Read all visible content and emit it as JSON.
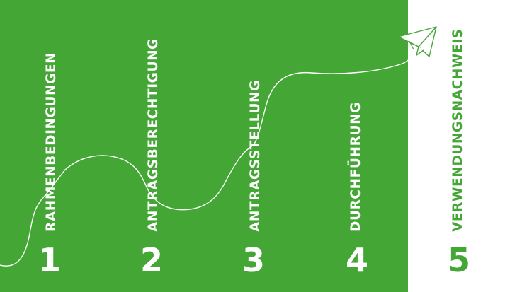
{
  "colors": {
    "green": "#43a635",
    "white": "#ffffff",
    "text_on_green": "#ffffff",
    "text_on_white": "#43a635"
  },
  "steps": [
    {
      "number": "1",
      "label": "RAHMENBEDINGUNGEN"
    },
    {
      "number": "2",
      "label": "ANTRAGSBERECHTIGUNG"
    },
    {
      "number": "3",
      "label": "ANTRAGSSTELLUNG"
    },
    {
      "number": "4",
      "label": "DURCHFÜHRUNG"
    },
    {
      "number": "5",
      "label": "VERWENDUNGSNACHWEIS"
    }
  ],
  "decoration": {
    "path_icon": "flight-path-line",
    "plane_icon": "paper-plane-icon"
  }
}
